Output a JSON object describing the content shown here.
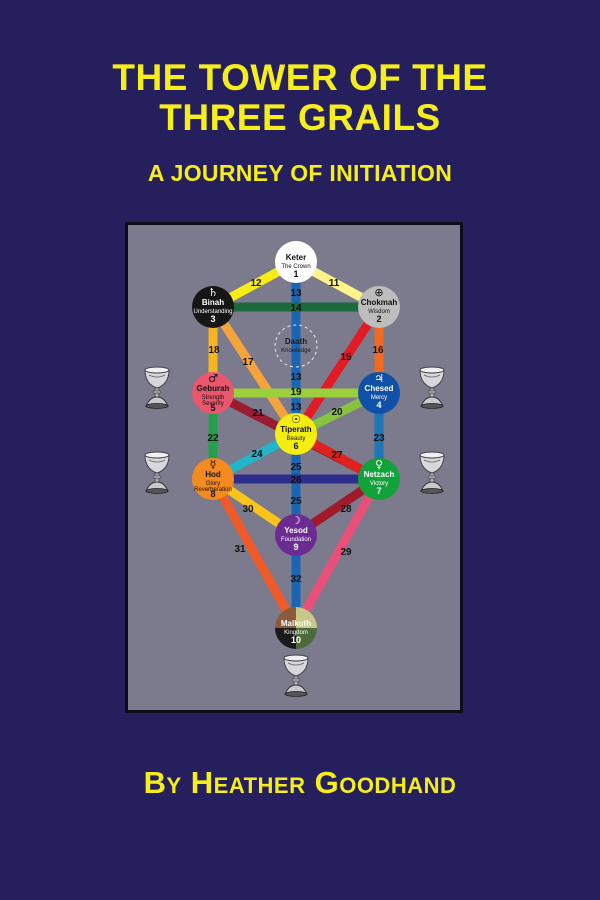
{
  "cover": {
    "title_line1": "THE TOWER OF THE",
    "title_line2": "THREE GRAILS",
    "subtitle": "A JOURNEY OF INITIATION",
    "author": "By Heather Goodhand"
  },
  "colors": {
    "background": "#251f5e",
    "title": "#f5ee1a",
    "panel": "#7c7a8d"
  },
  "sephiroth": [
    {
      "name": "Keter",
      "meaning": "The Crown",
      "meaning2": "",
      "number": "1",
      "symbol": "",
      "fill": "#ffffff",
      "text": "#111111"
    },
    {
      "name": "Binah",
      "meaning": "Understanding",
      "meaning2": "",
      "number": "3",
      "symbol": "♄",
      "fill": "#161616",
      "text": "#ffffff"
    },
    {
      "name": "Chokmah",
      "meaning": "Wisdom",
      "meaning2": "",
      "number": "2",
      "symbol": "⊕",
      "fill": "#bdbdbd",
      "text": "#111111"
    },
    {
      "name": "Daath",
      "meaning": "Knowledge",
      "meaning2": "",
      "number": "",
      "symbol": "",
      "fill": "none",
      "text": "#1a1a1a"
    },
    {
      "name": "Geburah",
      "meaning": "Strength",
      "meaning2": "Severity",
      "number": "5",
      "symbol": "♂",
      "fill": "#e9566d",
      "text": "#111111"
    },
    {
      "name": "Chesed",
      "meaning": "Mercy",
      "meaning2": "",
      "number": "4",
      "symbol": "♃",
      "fill": "#1050a8",
      "text": "#ffffff"
    },
    {
      "name": "Tiperath",
      "meaning": "Beauty",
      "meaning2": "",
      "number": "6",
      "symbol": "☉",
      "fill": "#f4ed10",
      "text": "#111111"
    },
    {
      "name": "Hod",
      "meaning": "Glory",
      "meaning2": "Reverberation",
      "number": "8",
      "symbol": "☿",
      "fill": "#f58a1f",
      "text": "#111111"
    },
    {
      "name": "Netzach",
      "meaning": "Victory",
      "meaning2": "",
      "number": "7",
      "symbol": "♀",
      "fill": "#13a23a",
      "text": "#ffffff"
    },
    {
      "name": "Yesod",
      "meaning": "Foundation",
      "meaning2": "",
      "number": "9",
      "symbol": "☽",
      "fill": "#6c2a93",
      "text": "#ffffff"
    },
    {
      "name": "Malkuth",
      "meaning": "Kingdom",
      "meaning2": "",
      "number": "10",
      "symbol": "",
      "fill": "#7a6a48",
      "text": "#ffffff"
    }
  ],
  "paths": [
    {
      "number": "11",
      "color": "#fff38a"
    },
    {
      "number": "12",
      "color": "#f7ec13"
    },
    {
      "number": "13",
      "color": "#1b66b3"
    },
    {
      "number": "14",
      "color": "#1a6a3c"
    },
    {
      "number": "15",
      "color": "#e21c24"
    },
    {
      "number": "16",
      "color": "#f26a21"
    },
    {
      "number": "17",
      "color": "#f5a43c"
    },
    {
      "number": "18",
      "color": "#f6b521"
    },
    {
      "number": "19",
      "color": "#9bd03c"
    },
    {
      "number": "20",
      "color": "#87c340"
    },
    {
      "number": "21",
      "color": "#9b1b30"
    },
    {
      "number": "22",
      "color": "#23a04a"
    },
    {
      "number": "23",
      "color": "#1d76b8"
    },
    {
      "number": "24",
      "color": "#22b5c9"
    },
    {
      "number": "25",
      "color": "#1b66b3"
    },
    {
      "number": "26",
      "color": "#2c2d8c"
    },
    {
      "number": "27",
      "color": "#e0221e"
    },
    {
      "number": "28",
      "color": "#a01a2a"
    },
    {
      "number": "29",
      "color": "#e8507a"
    },
    {
      "number": "30",
      "color": "#f9c51b"
    },
    {
      "number": "31",
      "color": "#f05a28"
    },
    {
      "number": "32",
      "color": "#1b66b3"
    }
  ],
  "grails": [
    {
      "name": "grail-left-upper"
    },
    {
      "name": "grail-right-upper"
    },
    {
      "name": "grail-left-lower"
    },
    {
      "name": "grail-right-lower"
    },
    {
      "name": "grail-bottom"
    }
  ]
}
